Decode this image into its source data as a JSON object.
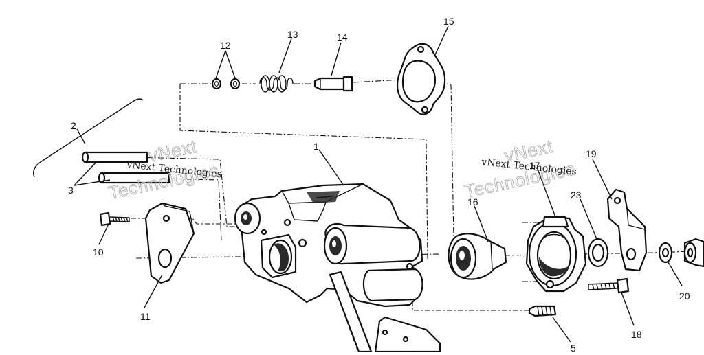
{
  "diagram": {
    "callouts": [
      {
        "id": "1",
        "label": "1"
      },
      {
        "id": "2",
        "label": "2"
      },
      {
        "id": "3",
        "label": "3"
      },
      {
        "id": "5",
        "label": "5"
      },
      {
        "id": "10",
        "label": "10"
      },
      {
        "id": "11",
        "label": "11"
      },
      {
        "id": "12",
        "label": "12"
      },
      {
        "id": "13",
        "label": "13"
      },
      {
        "id": "14",
        "label": "14"
      },
      {
        "id": "15",
        "label": "15"
      },
      {
        "id": "16",
        "label": "16"
      },
      {
        "id": "17",
        "label": "17"
      },
      {
        "id": "18",
        "label": "18"
      },
      {
        "id": "19",
        "label": "19"
      },
      {
        "id": "20",
        "label": "20"
      },
      {
        "id": "23",
        "label": "23"
      }
    ],
    "watermarks": [
      {
        "small": "vNext Technologies",
        "big1": "vNext",
        "big2": "Technologies"
      },
      {
        "small": "vNext Technologies",
        "big1": "vNext",
        "big2": "Technologies"
      }
    ]
  }
}
